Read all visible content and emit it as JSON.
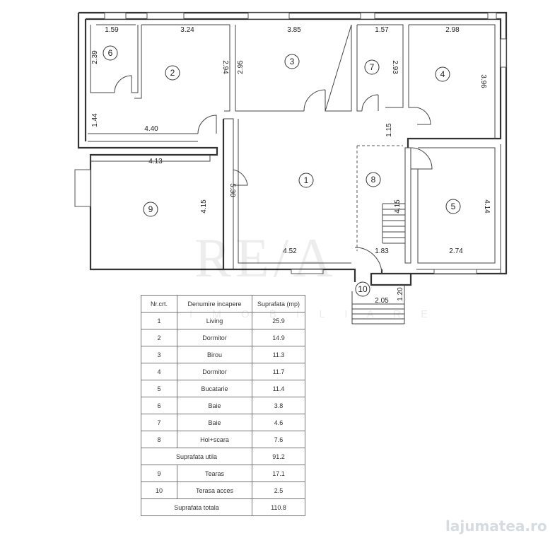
{
  "rooms": [
    {
      "no": "1"
    },
    {
      "no": "2"
    },
    {
      "no": "3"
    },
    {
      "no": "4"
    },
    {
      "no": "5"
    },
    {
      "no": "6"
    },
    {
      "no": "7"
    },
    {
      "no": "8"
    },
    {
      "no": "9"
    },
    {
      "no": "10"
    }
  ],
  "dims": {
    "d159": "1.59",
    "d324": "3.24",
    "d385": "3.85",
    "d157": "1.57",
    "d298": "2.98",
    "d239": "2.39",
    "d294": "2.94",
    "d295": "2.95",
    "d293": "2.93",
    "d396": "3.96",
    "d144": "1.44",
    "d440": "4.40",
    "d115": "1.15",
    "d413": "4.13",
    "d530": "5.30",
    "d415a": "4.15",
    "d415b": "4.15",
    "d414": "4.14",
    "d452": "4.52",
    "d183": "1.83",
    "d274": "2.74",
    "d205": "2.05",
    "d120": "1.20"
  },
  "table": {
    "headers": [
      "Nr.crt.",
      "Denumire incapere",
      "Suprafata (mp)"
    ],
    "rows": [
      {
        "nr": "1",
        "name": "Living",
        "area": "25.9"
      },
      {
        "nr": "2",
        "name": "Dormitor",
        "area": "14.9"
      },
      {
        "nr": "3",
        "name": "Birou",
        "area": "11.3"
      },
      {
        "nr": "4",
        "name": "Dormitor",
        "area": "11.7"
      },
      {
        "nr": "5",
        "name": "Bucatarie",
        "area": "11.4"
      },
      {
        "nr": "6",
        "name": "Baie",
        "area": "3.8"
      },
      {
        "nr": "7",
        "name": "Baie",
        "area": "4.6"
      },
      {
        "nr": "8",
        "name": "Hol+scara",
        "area": "7.6"
      }
    ],
    "subtotal": {
      "label": "Suprafata utila",
      "area": "91.2"
    },
    "rows2": [
      {
        "nr": "9",
        "name": "Tearas",
        "area": "17.1"
      },
      {
        "nr": "10",
        "name": "Terasa acces",
        "area": "2.5"
      }
    ],
    "total": {
      "label": "Suprafata totala",
      "area": "110.8"
    }
  },
  "watermark": {
    "logo": "RE/A",
    "sub": "I M O B I L I A R E",
    "site": "lajumatea.ro"
  }
}
